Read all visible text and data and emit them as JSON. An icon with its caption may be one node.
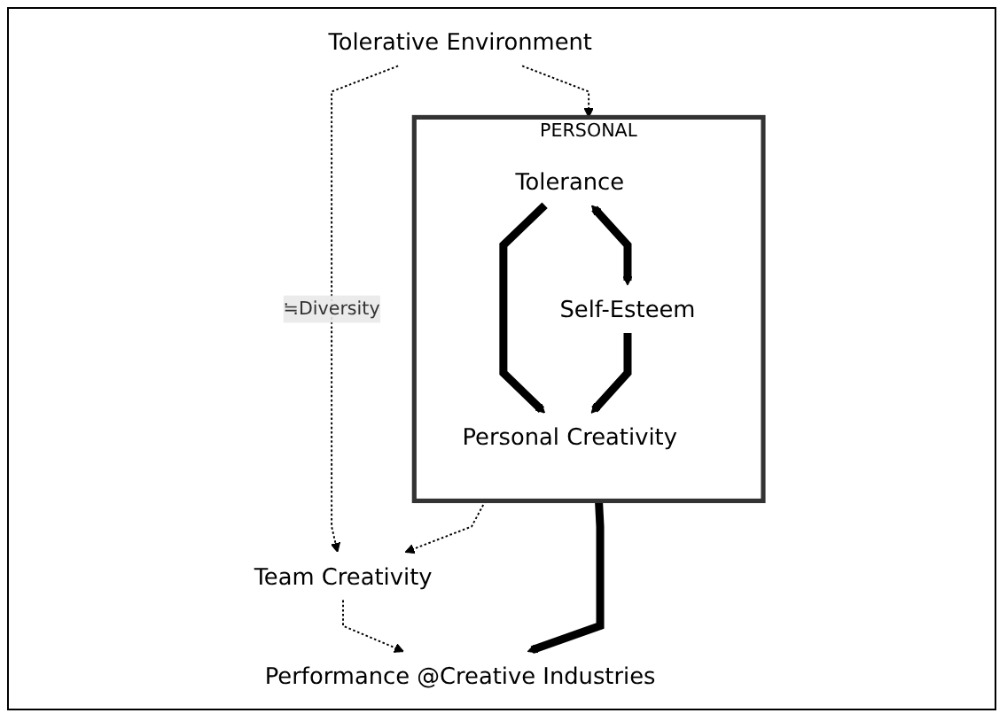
{
  "diagram": {
    "nodes": [
      {
        "text": [
          "Tolerative Environment"
        ]
      },
      {
        "text": [
          "PERSONAL"
        ]
      },
      {
        "text": [
          "Tolerance"
        ],
        "in": 1
      },
      {
        "text": [
          "Self-Esteem"
        ],
        "in": 1
      },
      {
        "text": [
          "Personal Creativity"
        ],
        "in": 1
      },
      {
        "text": [
          "Team Creativity"
        ]
      },
      {
        "text": [
          "Performance @Creative Industries"
        ]
      }
    ],
    "edges": [
      {
        "from": 0,
        "to": 1,
        "arrow": "to",
        "style": "dashed"
      },
      {
        "from": 0,
        "to": 5,
        "arrow": "to",
        "style": "dashed",
        "label": "≒Diversity"
      },
      {
        "from": 2,
        "to": 3,
        "arrow": "both",
        "style": "thick"
      },
      {
        "from": 2,
        "to": 4,
        "arrow": "to",
        "style": "thick"
      },
      {
        "from": 3,
        "to": 4,
        "arrow": "to",
        "style": "thick"
      },
      {
        "from": 1,
        "to": 5,
        "arrow": "to",
        "style": "dashed"
      },
      {
        "from": 1,
        "to": 6,
        "arrow": "to",
        "style": "thick"
      },
      {
        "from": 5,
        "to": 6,
        "arrow": "to",
        "style": "dashed"
      }
    ]
  }
}
